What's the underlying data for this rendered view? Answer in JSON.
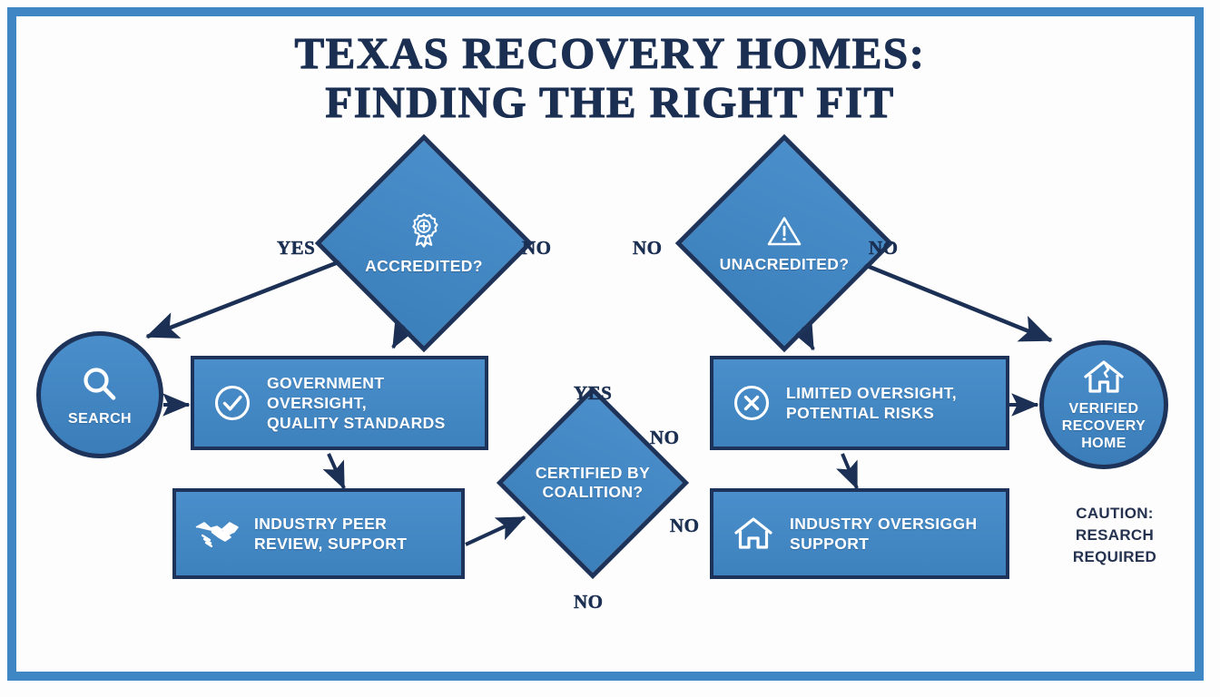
{
  "title": {
    "line1": "Texas Recovery Homes:",
    "line2": "Finding the Right Fit"
  },
  "colors": {
    "frame": "#3f86c4",
    "node_fill": "#4a8ecb",
    "node_stroke": "#1e3359",
    "navy_text": "#1b2f52",
    "background": "#fdfdfd",
    "node_text": "#ffffff"
  },
  "nodes": {
    "accredited": {
      "label": "Accredited?",
      "icon": "award-ribbon-icon",
      "shape": "diamond"
    },
    "unacredited": {
      "label": "Unacredited?",
      "icon": "warning-triangle-icon",
      "shape": "diamond"
    },
    "certified": {
      "label_line1": "Certified by",
      "label_line2": "Coalition?",
      "shape": "diamond"
    },
    "search": {
      "label": "Search",
      "icon": "search-icon",
      "shape": "circle"
    },
    "verified": {
      "label_line1": "Verified",
      "label_line2": "Recovery",
      "label_line3": "Home",
      "icon": "house-icon",
      "shape": "circle"
    },
    "government": {
      "label_line1": "Government Oversight,",
      "label_line2": "Quality Standards",
      "icon": "check-circle-icon",
      "shape": "rect"
    },
    "industry_peer": {
      "label_line1": "Industry Peer",
      "label_line2": "Review, Support",
      "icon": "handshake-icon",
      "shape": "rect"
    },
    "limited": {
      "label_line1": "Limited Oversight,",
      "label_line2": "Potential Risks",
      "icon": "x-circle-icon",
      "shape": "rect"
    },
    "industry_oversight": {
      "label_line1": "Industry Oversiggh",
      "label_line2": "Support",
      "icon": "home-outline-icon",
      "shape": "rect"
    }
  },
  "edge_labels": {
    "accredited_yes": "Yes",
    "accredited_no": "No",
    "unacredited_no_left": "No",
    "unacredited_no_right": "No",
    "certified_yes": "Yes",
    "certified_no_upper": "No",
    "certified_no_lower": "No",
    "certified_no_bottom": "No"
  },
  "caution": {
    "line1": "Caution:",
    "line2": "Resarch",
    "line3": "Required"
  }
}
